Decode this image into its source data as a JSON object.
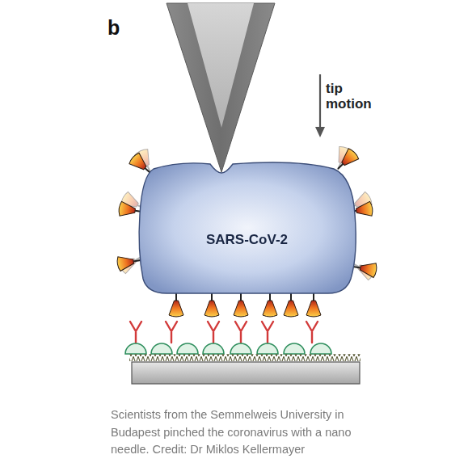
{
  "diagram": {
    "caption": "Scientists from the Semmelweis University in Budapest pinched the coronavirus with a nano needle. Credit: Dr Miklos Kellermayer",
    "nodes": [
      {
        "text": [
          "SARS-CoV-2"
        ]
      }
    ],
    "labels": [
      "b",
      "tip motion"
    ]
  }
}
